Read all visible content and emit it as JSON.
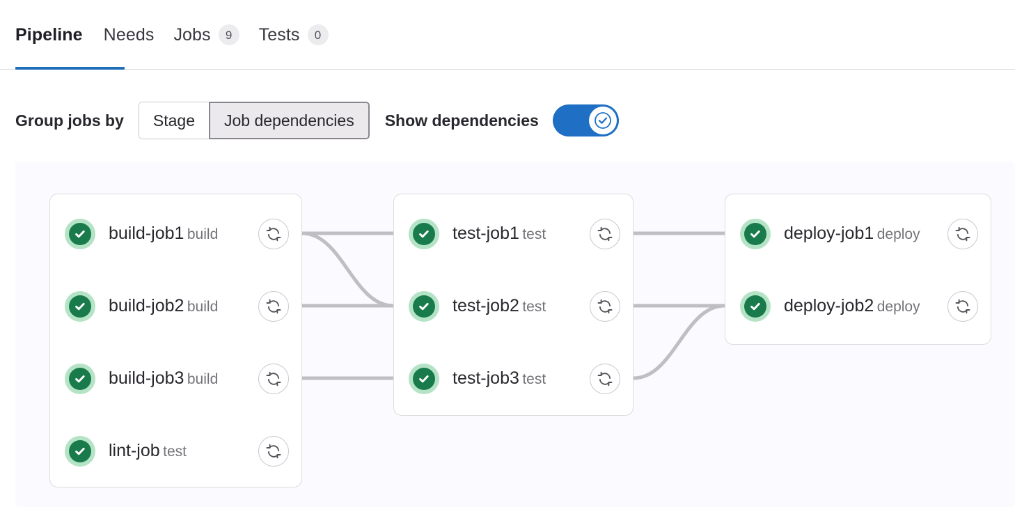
{
  "tabs": [
    {
      "label": "Pipeline",
      "badge": null,
      "active": true
    },
    {
      "label": "Needs",
      "badge": null,
      "active": false
    },
    {
      "label": "Jobs",
      "badge": "9",
      "active": false
    },
    {
      "label": "Tests",
      "badge": "0",
      "active": false
    }
  ],
  "controls": {
    "group_label": "Group jobs by",
    "segmented": [
      {
        "label": "Stage",
        "active": false
      },
      {
        "label": "Job dependencies",
        "active": true
      }
    ],
    "show_dependencies_label": "Show dependencies",
    "show_dependencies_on": true
  },
  "colors": {
    "accent_blue": "#1f6fb8",
    "toggle_blue": "#1f6fc4",
    "success_green": "#197a4b",
    "success_halo": "#b5e3c6",
    "panel_bg": "#fafaff",
    "card_border": "#dcdcde",
    "edge_gray": "#bfbfc3",
    "muted_text": "#737278"
  },
  "graph": {
    "columns": [
      {
        "name": "build-column",
        "jobs": [
          {
            "name": "build-job1",
            "stage": "build",
            "status": "success",
            "status_icon": "check-circle-icon",
            "action_icon": "retry-icon"
          },
          {
            "name": "build-job2",
            "stage": "build",
            "status": "success",
            "status_icon": "check-circle-icon",
            "action_icon": "retry-icon"
          },
          {
            "name": "build-job3",
            "stage": "build",
            "status": "success",
            "status_icon": "check-circle-icon",
            "action_icon": "retry-icon"
          },
          {
            "name": "lint-job",
            "stage": "test",
            "status": "success",
            "status_icon": "check-circle-icon",
            "action_icon": "retry-icon"
          }
        ]
      },
      {
        "name": "test-column",
        "jobs": [
          {
            "name": "test-job1",
            "stage": "test",
            "status": "success",
            "status_icon": "check-circle-icon",
            "action_icon": "retry-icon"
          },
          {
            "name": "test-job2",
            "stage": "test",
            "status": "success",
            "status_icon": "check-circle-icon",
            "action_icon": "retry-icon"
          },
          {
            "name": "test-job3",
            "stage": "test",
            "status": "success",
            "status_icon": "check-circle-icon",
            "action_icon": "retry-icon"
          }
        ]
      },
      {
        "name": "deploy-column",
        "jobs": [
          {
            "name": "deploy-job1",
            "stage": "deploy",
            "status": "success",
            "status_icon": "check-circle-icon",
            "action_icon": "retry-icon"
          },
          {
            "name": "deploy-job2",
            "stage": "deploy",
            "status": "success",
            "status_icon": "check-circle-icon",
            "action_icon": "retry-icon"
          }
        ]
      }
    ]
  }
}
